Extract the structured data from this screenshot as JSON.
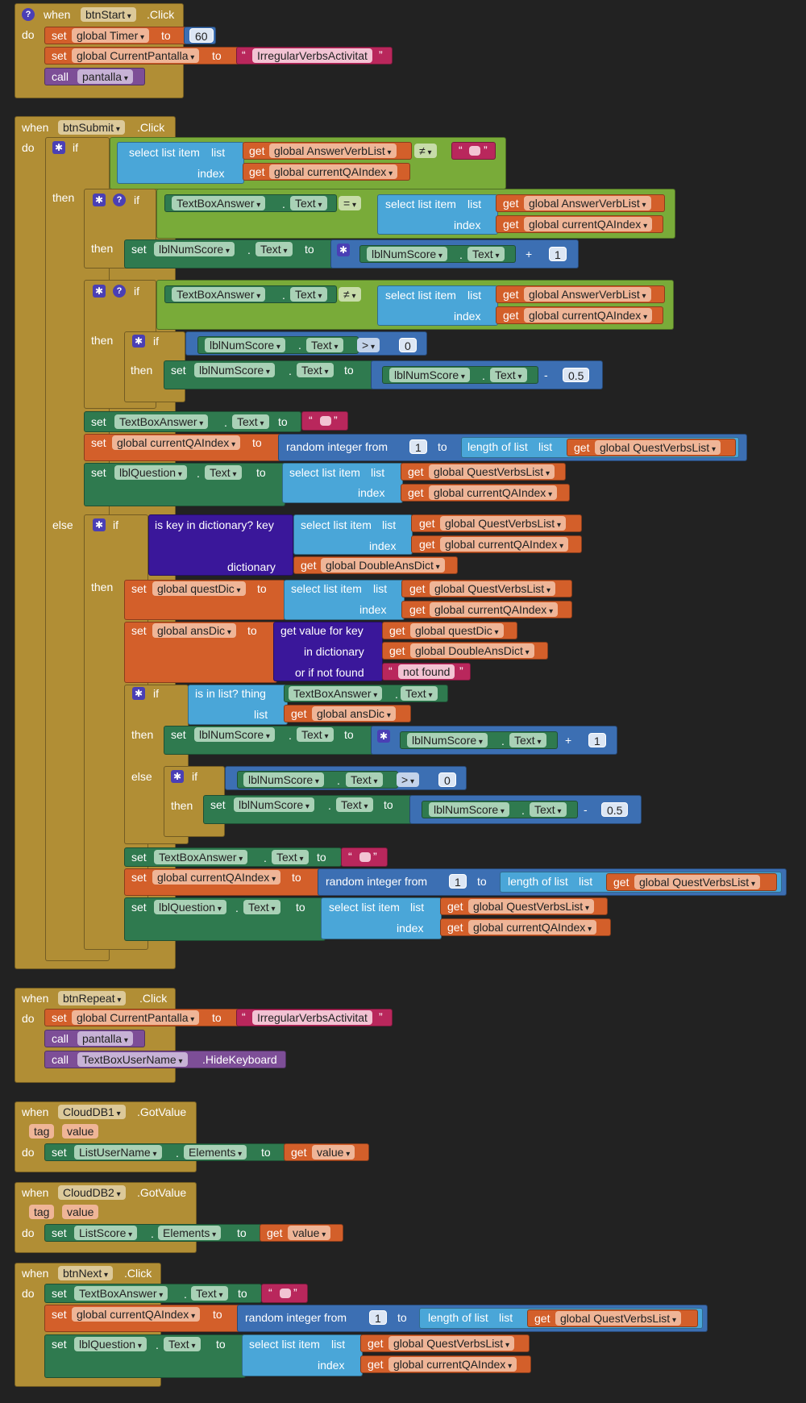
{
  "blocks": {
    "btnStart": {
      "when": "when",
      "component": "btnStart",
      "event": ".Click",
      "do": "do",
      "set1": {
        "kw": "set",
        "var": "global Timer",
        "to": "to",
        "value": "60"
      },
      "set2": {
        "kw": "set",
        "var": "global CurrentPantalla",
        "to": "to",
        "value": "IrregularVerbsActivitat"
      },
      "call": {
        "kw": "call",
        "proc": "pantalla"
      }
    },
    "btnSubmit": {
      "when": "when",
      "component": "btnSubmit",
      "event": ".Click",
      "do": "do",
      "if": "if",
      "then": "then",
      "else": "else",
      "select_list_item": "select list item",
      "list": "list",
      "index": "index",
      "get": "get",
      "answer_list": "global AnswerVerbList",
      "qa_index": "global currentQAIndex",
      "neq": "≠",
      "eq": "=",
      "gt": ">",
      "textbox": "TextBoxAnswer",
      "text_prop": "Text",
      "dot": ".",
      "score": "lblNumScore",
      "set": "set",
      "to": "to",
      "plus": "+",
      "minus": "-",
      "one": "1",
      "zero": "0",
      "half": "0.5",
      "random": "random integer from",
      "length": "length of list",
      "quest_list": "global QuestVerbsList",
      "question": "lblQuestion",
      "is_key": "is key in dictionary? key",
      "dictionary": "dictionary",
      "double_dict": "global DoubleAnsDict",
      "quest_dic": "global questDic",
      "ans_dic": "global ansDic",
      "get_value": "get value for key",
      "in_dictionary": "in dictionary",
      "or_if_not_found": "or if not found",
      "not_found": "not found",
      "is_in_list": "is in list? thing"
    },
    "btnRepeat": {
      "when": "when",
      "component": "btnRepeat",
      "event": ".Click",
      "do": "do",
      "set": "set",
      "var": "global CurrentPantalla",
      "to": "to",
      "value": "IrregularVerbsActivitat",
      "call": "call",
      "proc": "pantalla",
      "textbox_user": "TextBoxUserName",
      "hide": ".HideKeyboard"
    },
    "cloud1": {
      "when": "when",
      "component": "CloudDB1",
      "event": ".GotValue",
      "tag": "tag",
      "value": "value",
      "do": "do",
      "set": "set",
      "target": "ListUserName",
      "prop": "Elements",
      "dot": ".",
      "to": "to",
      "get": "get"
    },
    "cloud2": {
      "when": "when",
      "component": "CloudDB2",
      "event": ".GotValue",
      "tag": "tag",
      "value": "value",
      "do": "do",
      "set": "set",
      "target": "ListScore",
      "prop": "Elements",
      "dot": ".",
      "to": "to",
      "get": "get"
    },
    "btnNext": {
      "when": "when",
      "component": "btnNext",
      "event": ".Click",
      "do": "do"
    }
  },
  "colors": {
    "background": "#222222",
    "event": "#b18e35",
    "variable": "#d35f2a",
    "list": "#4aa6d8",
    "logic": "#79ab39",
    "math": "#3c6fb3",
    "text": "#b9275c",
    "component": "#2f7a4f",
    "dictionary": "#3a179a",
    "procedure": "#7d4e97"
  },
  "icons": {
    "help": "question-mark-icon",
    "mutator": "gear-icon"
  },
  "glyphs": {
    "help": "?",
    "gear": "✱",
    "quote_open": "“",
    "quote_close": "”"
  }
}
